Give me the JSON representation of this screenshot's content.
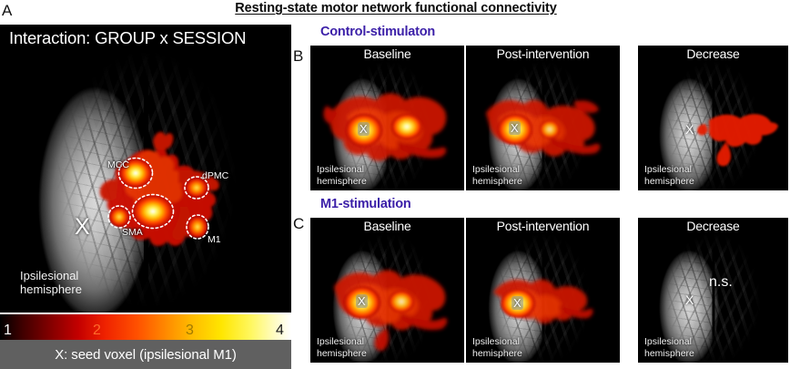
{
  "figure": {
    "title": "Resting-state motor network functional connectivity"
  },
  "panels": {
    "a": {
      "letter": "A",
      "title": "Interaction: GROUP x SESSION",
      "hemisphere_label_line1": "Ipsilesional",
      "hemisphere_label_line2": "hemisphere",
      "seed_marker": "X",
      "region_labels": [
        {
          "name": "MCC",
          "text": "MCC"
        },
        {
          "name": "dPMC",
          "text": "dPMC"
        },
        {
          "name": "SMA",
          "text": "SMA"
        },
        {
          "name": "M1",
          "text": "M1"
        }
      ],
      "colorbar": {
        "ticks": [
          "1",
          "2",
          "3",
          "4"
        ],
        "min": 1,
        "max": 4,
        "caption": "X: seed voxel (ipsilesional M1)",
        "colors": [
          "#000000",
          "#c40000",
          "#ff8a00",
          "#ffe600",
          "#ffffff"
        ]
      }
    },
    "b": {
      "letter": "B",
      "group_header": "Control-stimulaton",
      "header_color": "#3b1fa8",
      "subpanels": [
        {
          "name": "baseline",
          "title": "Baseline",
          "hemisphere_label_line1": "Ipsilesional",
          "hemisphere_label_line2": "hemisphere",
          "seed_marker": "X",
          "significance": ""
        },
        {
          "name": "post-intervention",
          "title": "Post-intervention",
          "hemisphere_label_line1": "Ipsilesional",
          "hemisphere_label_line2": "hemisphere",
          "seed_marker": "X",
          "significance": ""
        },
        {
          "name": "decrease",
          "title": "Decrease",
          "hemisphere_label_line1": "Ipsilesional",
          "hemisphere_label_line2": "hemisphere",
          "seed_marker": "X",
          "significance": ""
        }
      ]
    },
    "c": {
      "letter": "C",
      "group_header": "M1-stimulation",
      "header_color": "#3b1fa8",
      "subpanels": [
        {
          "name": "baseline",
          "title": "Baseline",
          "hemisphere_label_line1": "Ipsilesional",
          "hemisphere_label_line2": "hemisphere",
          "seed_marker": "X",
          "significance": ""
        },
        {
          "name": "post-intervention",
          "title": "Post-intervention",
          "hemisphere_label_line1": "Ipsilesional",
          "hemisphere_label_line2": "hemisphere",
          "seed_marker": "X",
          "significance": ""
        },
        {
          "name": "decrease",
          "title": "Decrease",
          "hemisphere_label_line1": "Ipsilesional",
          "hemisphere_label_line2": "hemisphere",
          "seed_marker": "X",
          "significance": "n.s."
        }
      ]
    }
  }
}
